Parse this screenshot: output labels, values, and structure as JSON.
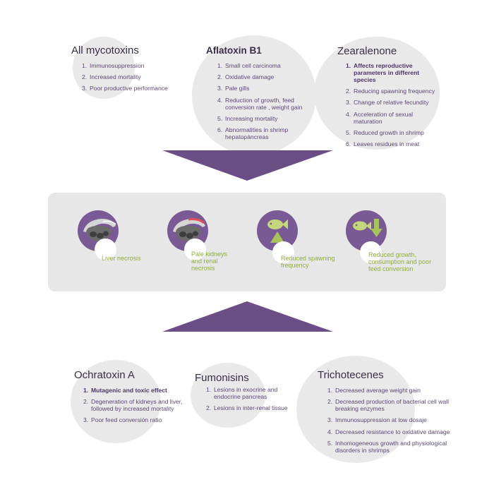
{
  "top_groups": [
    {
      "title": "All mycotoxins",
      "items": [
        "Immunosuppression",
        "Increased mortality",
        "Poor productive performance"
      ]
    },
    {
      "title": "Aflatoxin B1",
      "items": [
        "Small cell carcinoma",
        "Oxidative damage",
        "Pale gills",
        "Reduction of growth, feed conversion rate , weight gain",
        "Increasing mortality",
        "Abnormalities in shrimp hepatopáncreas"
      ]
    },
    {
      "title": "Zearalenone",
      "items": [
        "Affects reproductive parameters in different species",
        "Reducing spawning frequency",
        "Change of relative fecundity",
        "Acceleration of sexual maturation",
        "Reduced growth in shrimp",
        "Leaves residues in meat"
      ]
    }
  ],
  "effects": [
    {
      "label_line1": "Liver necrosis",
      "label_line2": "",
      "icon": "shrimp-liver-icon"
    },
    {
      "label_line1": "Pale kidneys",
      "label_line2": "and renal",
      "label_line3": "necrosis",
      "icon": "shrimp-kidney-icon"
    },
    {
      "label_line1": "Reduced spawning",
      "label_line2": "frequency",
      "icon": "fish-triangle-icon"
    },
    {
      "label_line1": "Reduced growth,",
      "label_line2": "consumption and poor",
      "label_line3": "feed conversion",
      "icon": "fish-down-arrow-icon"
    }
  ],
  "bottom_groups": [
    {
      "title": "Ochratoxin A",
      "items": [
        "Mutagenic and toxic effect",
        "Degeneration of kidneys and liver, followed by increased mortality",
        "Poor feed conversión ratio"
      ]
    },
    {
      "title": "Fumonisins",
      "items": [
        "Lesions in exocrine and endocrine pancreas",
        "Lesions in inter-renal tissue"
      ]
    },
    {
      "title": "Trichotecenes",
      "items": [
        "Decreased average weight gain",
        "Decreased production of bacterial cell wall breaking enzymes",
        "Immunosuppression at low dosaje",
        "Decreased resistance to oxidative damage",
        "Inhomogeneous growth and physiological disorders in shrimps"
      ]
    }
  ],
  "colors": {
    "accent_purple": "#6b4e85",
    "label_green": "#8fae3a",
    "blob_grey": "#e9e9ea",
    "panel_grey": "#e7e7e8"
  }
}
